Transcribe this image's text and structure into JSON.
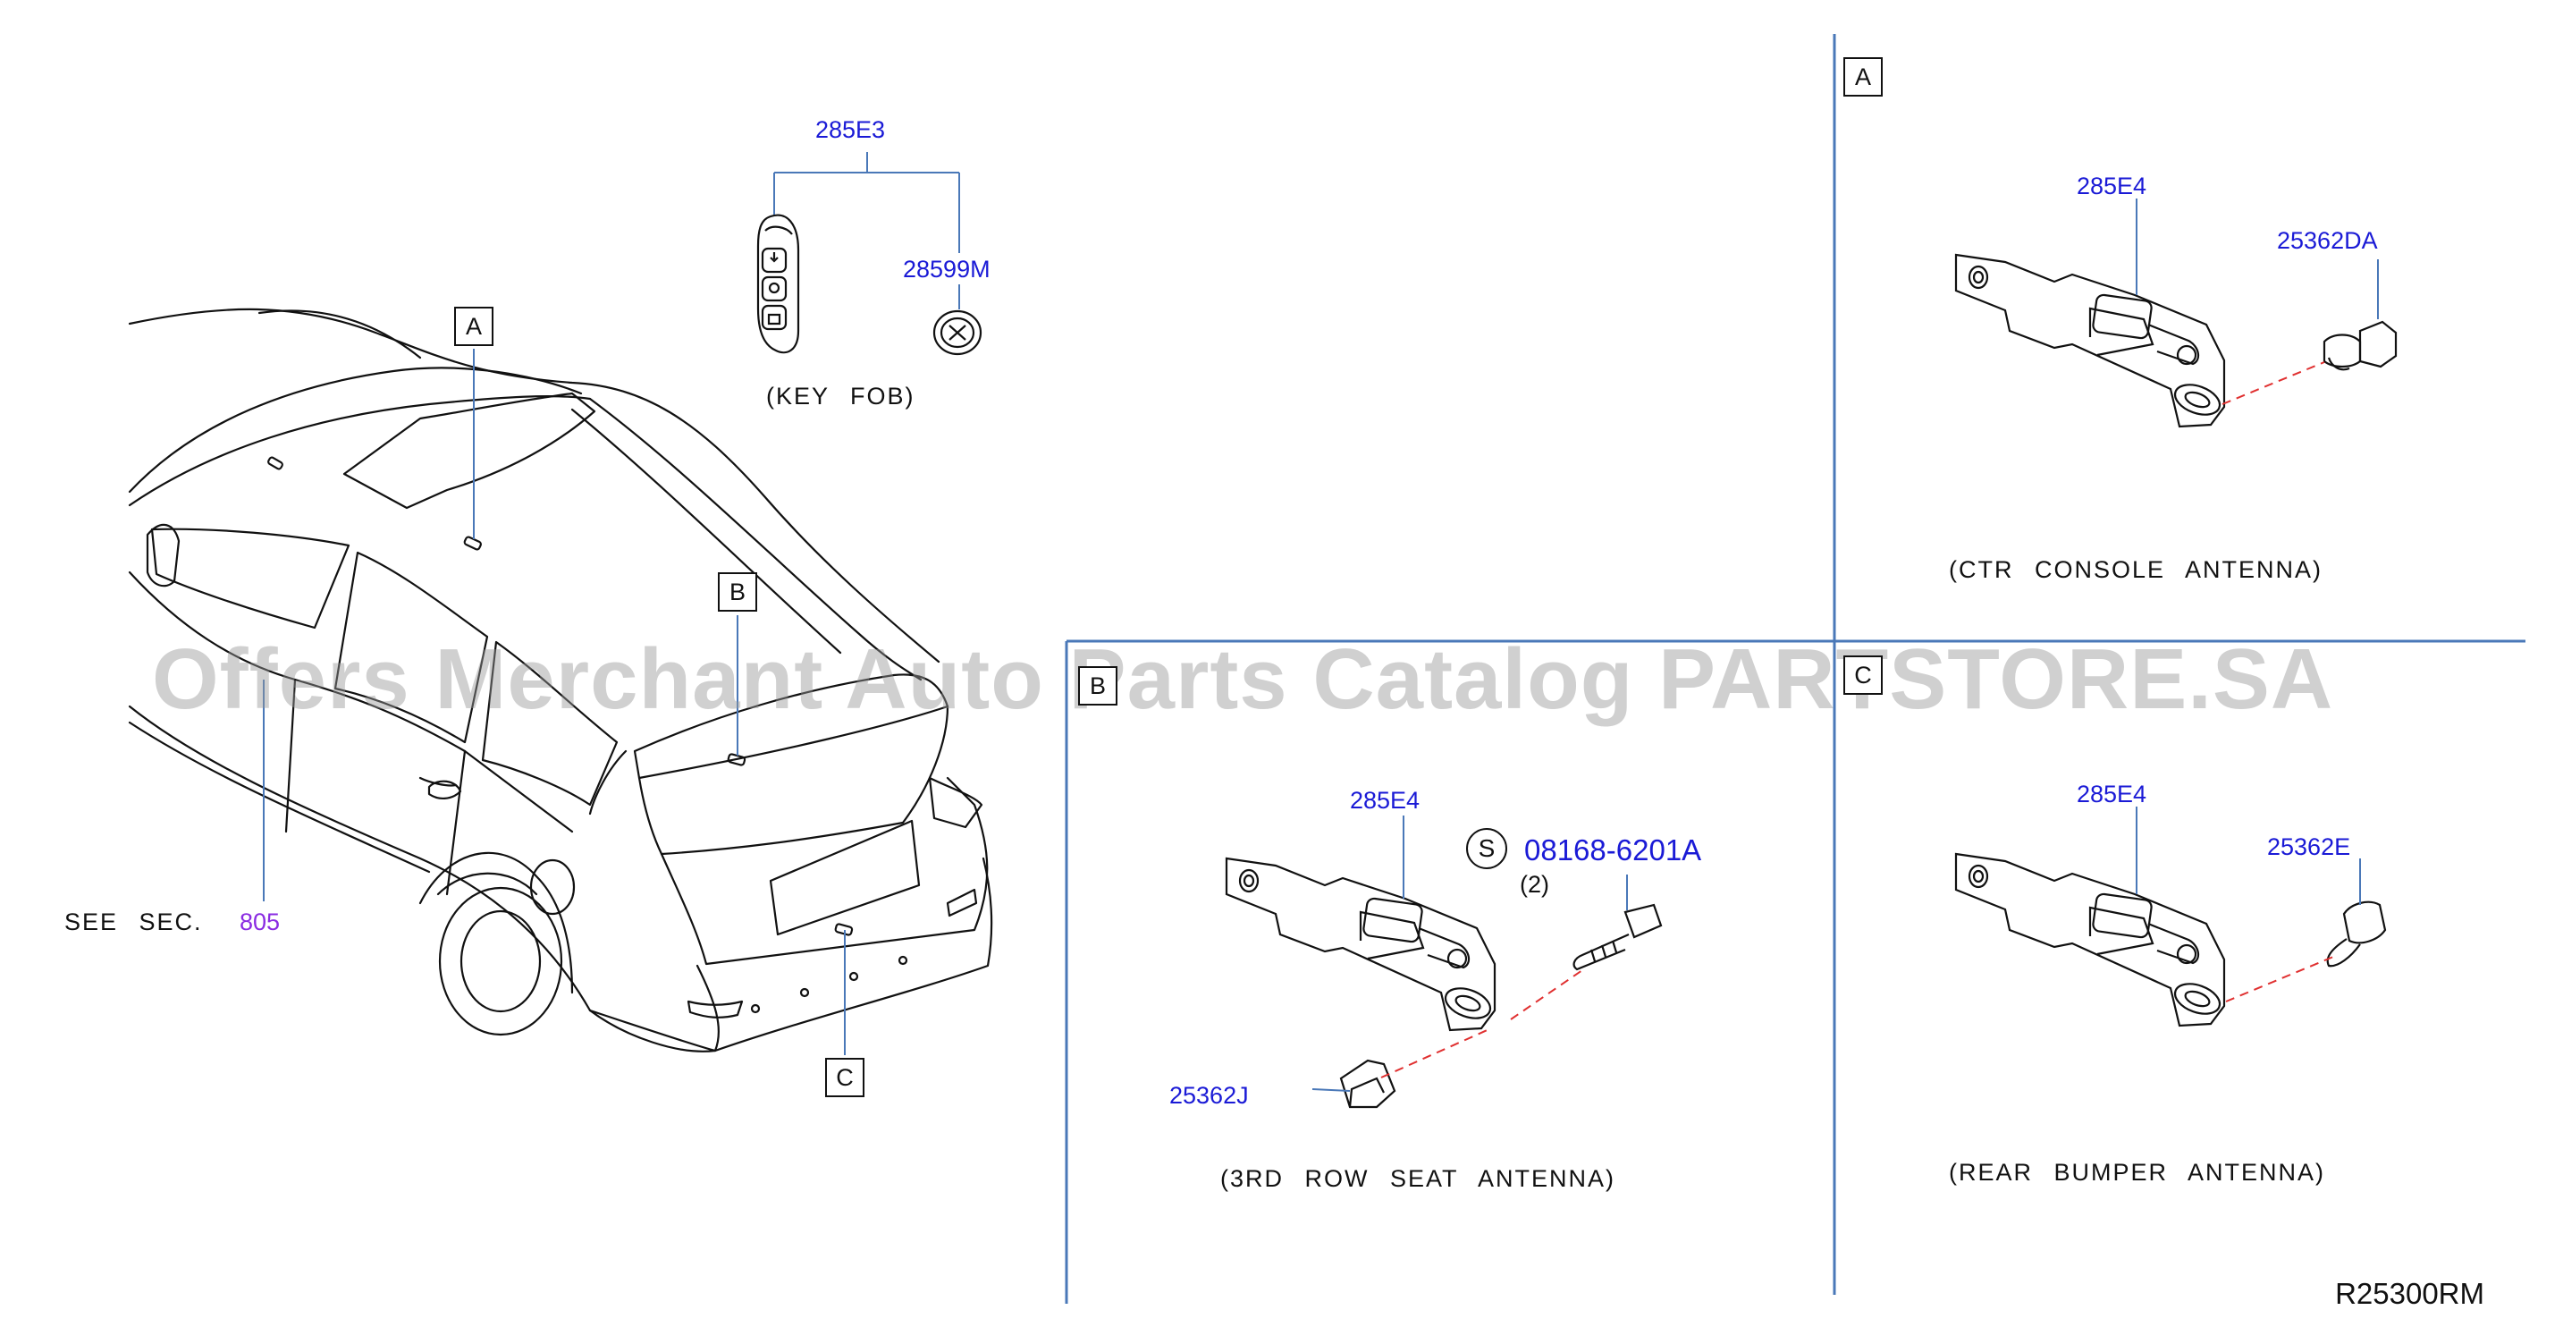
{
  "callouts": {
    "ref_a": "A",
    "ref_b": "B",
    "ref_c": "C"
  },
  "parts": {
    "key_fob_set": "285E3",
    "battery": "28599M",
    "antenna": "285E4",
    "ctr_clip": "25362DA",
    "rear_clip": "25362E",
    "third_clip": "25362J",
    "screw": "08168-6201A",
    "screw_qty": "(2)",
    "standard_mark": "S",
    "see_sec_number": "805"
  },
  "captions": {
    "key_fob": "(KEY FOB)",
    "ctr_console": "(CTR CONSOLE ANTENNA)",
    "rear_bumper": "(REAR BUMPER ANTENNA)",
    "third_row": "(3RD ROW SEAT ANTENNA)",
    "see_sec": "SEE SEC."
  },
  "watermark": "Offers Merchant Auto Parts Catalog PARTSTORE.SA",
  "diagram_code": "R25300RM",
  "colors": {
    "part_number": "#1a1ad6",
    "section_reference": "#8a2be2",
    "divider": "#4a78b8",
    "dashed_guide": "#e03030",
    "line_art": "#111111"
  }
}
